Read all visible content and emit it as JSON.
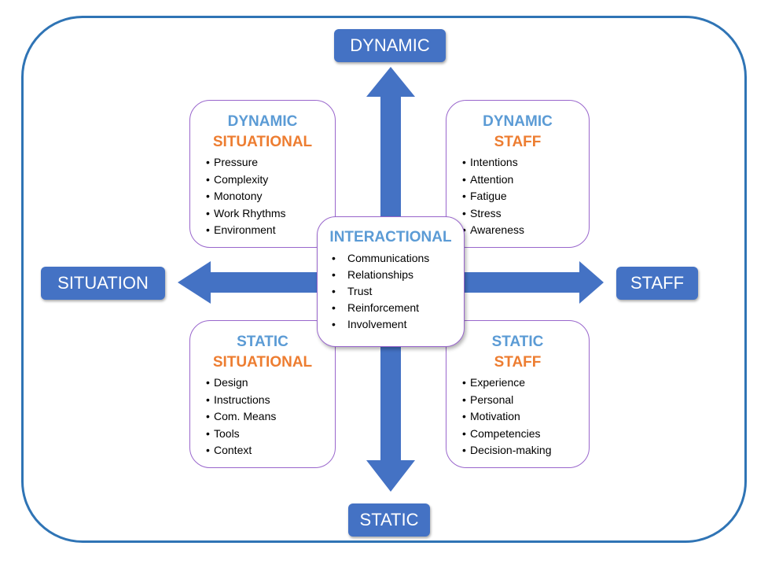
{
  "axes": {
    "top": "DYNAMIC",
    "bottom": "STATIC",
    "left": "SITUATION",
    "right": "STAFF"
  },
  "quadrants": {
    "top_left": {
      "line1": "DYNAMIC",
      "line2": "SITUATIONAL",
      "items": [
        "Pressure",
        "Complexity",
        "Monotony",
        "Work Rhythms",
        "Environment"
      ]
    },
    "top_right": {
      "line1": "DYNAMIC",
      "line2": "STAFF",
      "items": [
        "Intentions",
        "Attention",
        "Fatigue",
        "Stress",
        "Awareness"
      ]
    },
    "bottom_left": {
      "line1": "STATIC",
      "line2": "SITUATIONAL",
      "items": [
        "Design",
        "Instructions",
        "Com. Means",
        "Tools",
        "Context"
      ]
    },
    "bottom_right": {
      "line1": "STATIC",
      "line2": "STAFF",
      "items": [
        "Experience",
        "Personal",
        "Motivation",
        "Competencies",
        "Decision-making"
      ]
    }
  },
  "center": {
    "title": "INTERACTIONAL",
    "items": [
      "Communications",
      "Relationships",
      "Trust",
      "Reinforcement",
      "Involvement"
    ]
  },
  "colors": {
    "frame": "#2f74b5",
    "arrow": "#4472c4",
    "heading_blue": "#5b9bd5",
    "heading_orange": "#ed7d31",
    "box_border": "#9966cc"
  }
}
